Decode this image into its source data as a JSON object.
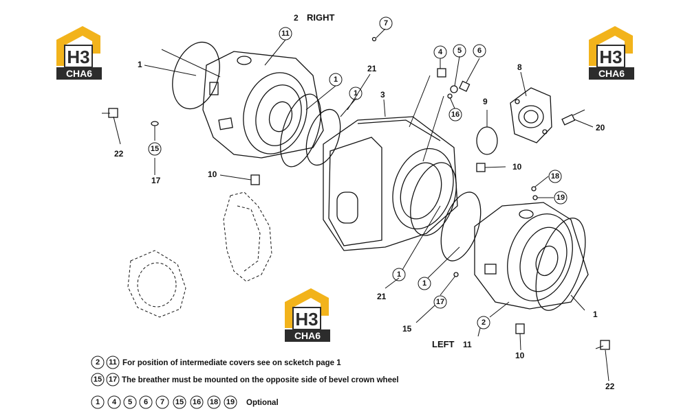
{
  "logo": {
    "top_text": "H3",
    "bottom_text": "CHA6"
  },
  "labels": {
    "right": "RIGHT",
    "left": "LEFT",
    "right_num": "2",
    "left_num": "11"
  },
  "parts": {
    "p1": "1",
    "p2": "2",
    "p3": "3",
    "p4": "4",
    "p5": "5",
    "p6": "6",
    "p7": "7",
    "p8": "8",
    "p9": "9",
    "p10": "10",
    "p11": "11",
    "p15": "15",
    "p16": "16",
    "p17": "17",
    "p18": "18",
    "p19": "19",
    "p20": "20",
    "p21": "21",
    "p22": "22"
  },
  "notes": {
    "note1": {
      "circles": [
        "2",
        "11"
      ],
      "text": "For position of intermediate covers see on scketch page 1"
    },
    "note2": {
      "circles": [
        "15",
        "17"
      ],
      "text": "The breather must be mounted on the opposite side of bevel crown wheel"
    },
    "note3": {
      "circles": [
        "1",
        "4",
        "5",
        "6",
        "7",
        "15",
        "16",
        "18",
        "19"
      ],
      "text": "Optional"
    }
  },
  "colors": {
    "logo_yellow": "#f2b31b",
    "logo_dark": "#2c2c2c",
    "ink": "#111111"
  }
}
